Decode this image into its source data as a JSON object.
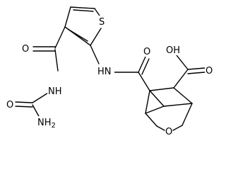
{
  "molecule": {
    "atoms": {
      "sulfur": "S",
      "amide_nh_right": "HN",
      "imide_nh": "NH",
      "amine": "NH2",
      "carbonyl_o_left": "O",
      "carbonyl_o_center": "O",
      "urea_o": "O",
      "acid_oh": "OH",
      "acid_o": "O",
      "ether_o": "O"
    }
  }
}
